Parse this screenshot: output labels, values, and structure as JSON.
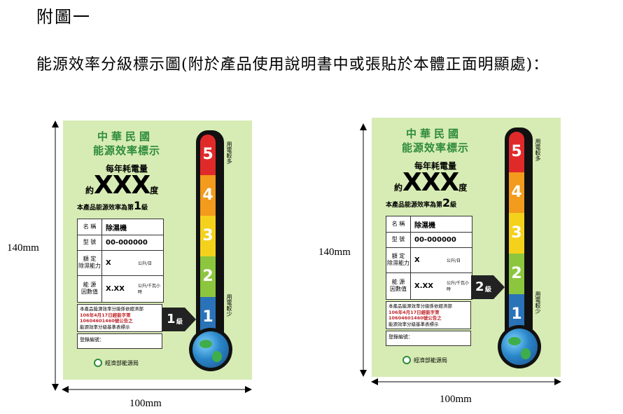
{
  "header": "附圖一",
  "description": "能源效率分級標示圖(附於產品使用說明書中或張貼於本體正面明顯處)：",
  "dimensions": {
    "height": "140mm",
    "width": "100mm"
  },
  "label_common": {
    "title_line1": "中華民國",
    "title_line2": "能源效率標示",
    "annual_label": "每年耗電量",
    "approx_prefix": "約",
    "approx_value": "XXX",
    "approx_unit": "度",
    "grade_prefix": "本產品能源效率為第",
    "grade_suffix": "級",
    "rows": [
      {
        "key": "名 稱",
        "value": "除濕機",
        "unit": ""
      },
      {
        "key": "型 號",
        "value": "00-000000",
        "unit": ""
      },
      {
        "key": "額 定\n除濕能力",
        "value": "X",
        "unit": "公升/日"
      },
      {
        "key": "能 源\n因數值",
        "value": "X.XX",
        "unit": "公升/千瓦小時"
      }
    ],
    "notice_line1": "本產品能源效率分級係依經濟部",
    "notice_line2": "106年4月17日經能字第",
    "notice_line3": "10604601460號公告之",
    "notice_line4": "能源效率分級基準表標示",
    "reg_label": "登錄編號：",
    "agency": "經濟部能源局",
    "side_top": "用電較多",
    "side_bottom": "用電較少",
    "scale": [
      "5",
      "4",
      "3",
      "2",
      "1"
    ],
    "scale_colors": [
      "#e02a2a",
      "#f29b1c",
      "#f4d21c",
      "#8cc63f",
      "#2a73b8"
    ],
    "pointer_suffix": "級"
  },
  "label_left": {
    "grade": "1"
  },
  "label_right": {
    "grade": "2"
  }
}
